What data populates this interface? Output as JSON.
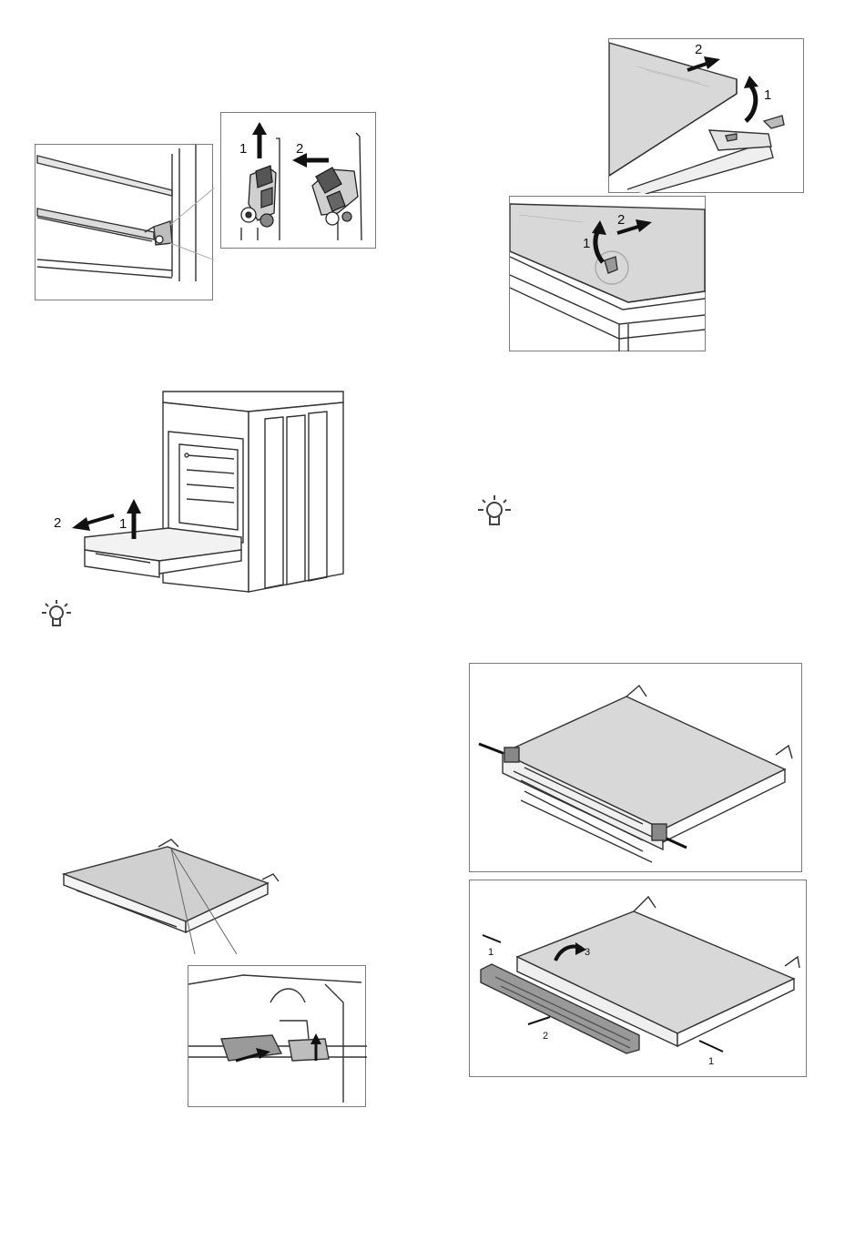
{
  "figures": {
    "hinge_detail": {
      "step1": "1",
      "step2": "2"
    },
    "glass_top_right": {
      "step1": "1",
      "step2": "2"
    },
    "glass_front_corner": {
      "step1": "1",
      "step2": "2"
    },
    "oven_door_removal": {
      "step1": "1",
      "step2": "2"
    },
    "door_trim_removal": {
      "step1": "1",
      "step2": "2",
      "step3": "3",
      "step1b": "1"
    }
  },
  "icons": [
    "lightbulb-hint-icon",
    "lightbulb-hint-icon"
  ],
  "colors": {
    "line": "#333333",
    "panel_fill": "#d8d8d8",
    "frame": "#7a7a7a"
  }
}
